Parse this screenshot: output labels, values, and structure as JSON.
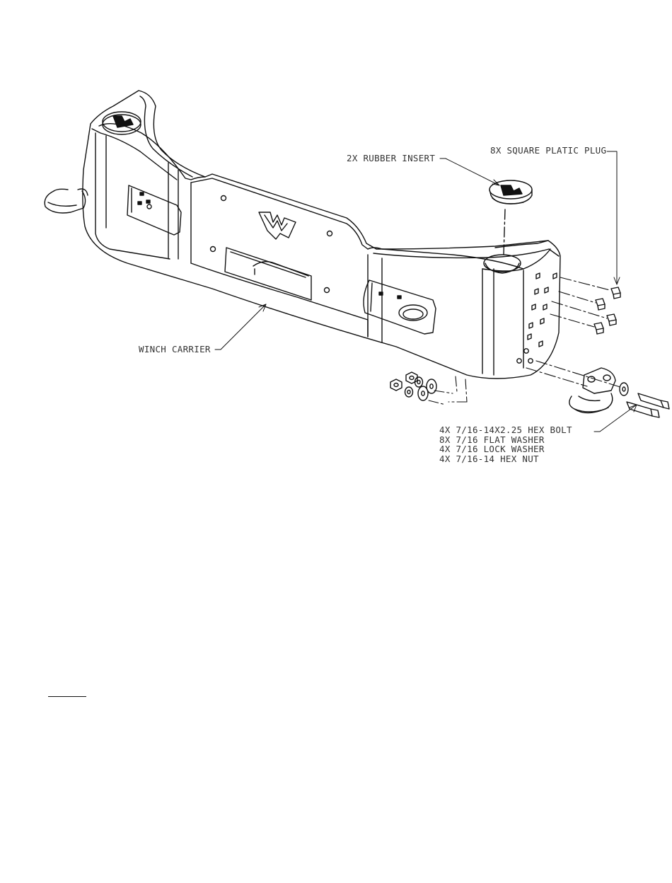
{
  "callouts": {
    "rubber_insert": "2X RUBBER INSERT",
    "square_plug": "8X SQUARE PLATIC PLUG",
    "winch_carrier": "WINCH CARRIER",
    "hardware": [
      "4X 7/16-14X2.25 HEX BOLT",
      "8X 7/16 FLAT WASHER",
      "4X 7/16 LOCK WASHER",
      "4X 7/16-14 HEX NUT"
    ]
  },
  "colors": {
    "line": "#111111",
    "text": "#333333",
    "background": "#ffffff"
  }
}
